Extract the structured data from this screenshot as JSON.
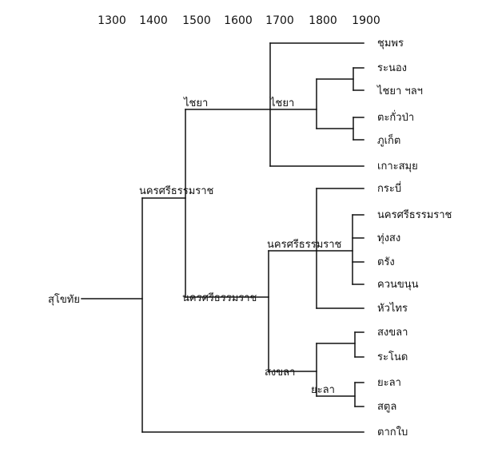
{
  "timeline": [
    "1300",
    "1400",
    "1500",
    "1600",
    "1700",
    "1800",
    "1900"
  ],
  "tree": {
    "root": "สุโขทัย",
    "center1": "นครศรีธรรมราช",
    "chaiya1": "ไชยา",
    "chaiya2": "ไชยา",
    "nakhon2": "นครศรีธรรมราช",
    "nakhon3": "นครศรีธรรมราช",
    "songkhla": "สงขลา",
    "yala": "ยะลา"
  },
  "leaves": {
    "chumphon": "ชุมพร",
    "ranong": "ระนอง",
    "chaiya_etc": "ไชยา ฯลฯ",
    "takuapa": "ตะกั่วป่า",
    "phuket": "ภูเก็ต",
    "samui": "เกาะสมุย",
    "krabi": "กระบี่",
    "nakhon": "นครศรีธรรมราช",
    "thungsong": "ทุ่งสง",
    "trang": "ตรัง",
    "khuankhanun": "ควนขนุน",
    "huasai": "หัวไทร",
    "songkhla": "สงขลา",
    "ranot": "ระโนด",
    "yala": "ยะลา",
    "satun": "สตูล",
    "takbai": "ตากใบ"
  }
}
